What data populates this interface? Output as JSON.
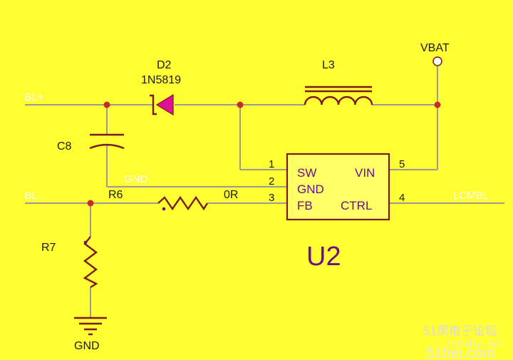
{
  "nets": {
    "bl_plus": "BL+",
    "bl_minus": "BL-",
    "gnd": "GND",
    "lcmbl": "LCMBL",
    "vbat": "VBAT"
  },
  "components": {
    "diode_ref": "D2",
    "diode_part": "1N5819",
    "inductor_ref": "L3",
    "cap_ref": "C8",
    "r6_ref": "R6",
    "r6_value": "0R",
    "r7_ref": "R7",
    "gnd_symbol_label": "GND"
  },
  "ic": {
    "ref": "U2",
    "pins": [
      {
        "num": "1",
        "name": "SW"
      },
      {
        "num": "2",
        "name": "GND"
      },
      {
        "num": "3",
        "name": "FB"
      },
      {
        "num": "4",
        "name": "CTRL"
      },
      {
        "num": "5",
        "name": "VIN"
      }
    ]
  },
  "watermark": {
    "line1": "51黑电子论坛",
    "line2": "hifidiy.net",
    "line3": "51hei.com"
  },
  "colors": {
    "background": "#ffff33",
    "wire": "#9b9b9b",
    "component": "#7a1a1a",
    "junction": "#cc2a2a",
    "diode_fill": "#e0109a",
    "ic_text": "#6b0f8a"
  }
}
